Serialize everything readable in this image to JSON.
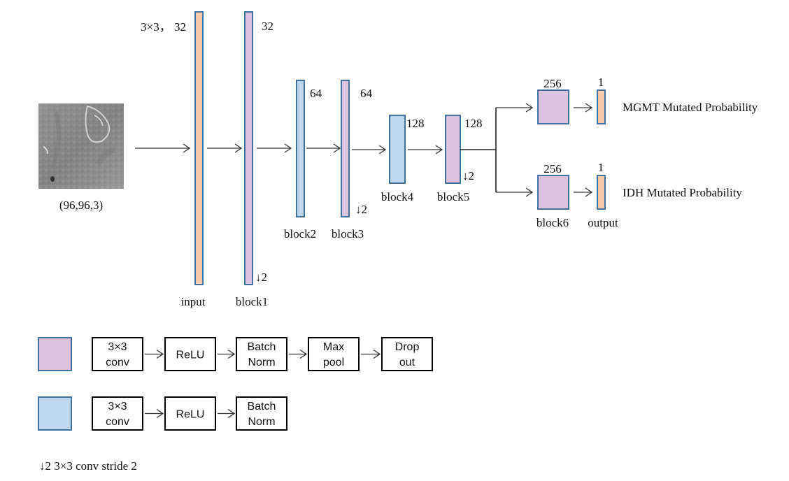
{
  "colors": {
    "orange": "#f8cbad",
    "purple": "#dcc4e0",
    "blue": "#bdd7ee",
    "border": "#41719c"
  },
  "input_image": {
    "caption": "(96,96,3)"
  },
  "layers": [
    {
      "id": "input",
      "label": "input",
      "channels": "3×3， 32",
      "type": "orange",
      "stride_mark": ""
    },
    {
      "id": "block1",
      "label": "block1",
      "channels": "32",
      "type": "purple",
      "stride_mark": "↓2"
    },
    {
      "id": "block2",
      "label": "block2",
      "channels": "64",
      "type": "blue",
      "stride_mark": ""
    },
    {
      "id": "block3",
      "label": "block3",
      "channels": "64",
      "type": "purple",
      "stride_mark": "↓2"
    },
    {
      "id": "block4",
      "label": "block4",
      "channels": "128",
      "type": "blue",
      "stride_mark": ""
    },
    {
      "id": "block5",
      "label": "block5",
      "channels": "128",
      "type": "purple",
      "stride_mark": "↓2"
    }
  ],
  "heads": [
    {
      "block_channels": "256",
      "output_channels": "1",
      "result": "MGMT Mutated Probability"
    },
    {
      "block_channels": "256",
      "output_channels": "1",
      "result": "IDH Mutated Probability",
      "block_label": "block6",
      "output_label": "output"
    }
  ],
  "legend": {
    "purple_block": [
      "3×3|conv",
      "ReLU",
      "Batch|Norm",
      "Max|pool",
      "Drop|out"
    ],
    "blue_block": [
      "3×3|conv",
      "ReLU",
      "Batch|Norm"
    ],
    "stride_note": "↓2  3×3 conv  stride 2"
  }
}
